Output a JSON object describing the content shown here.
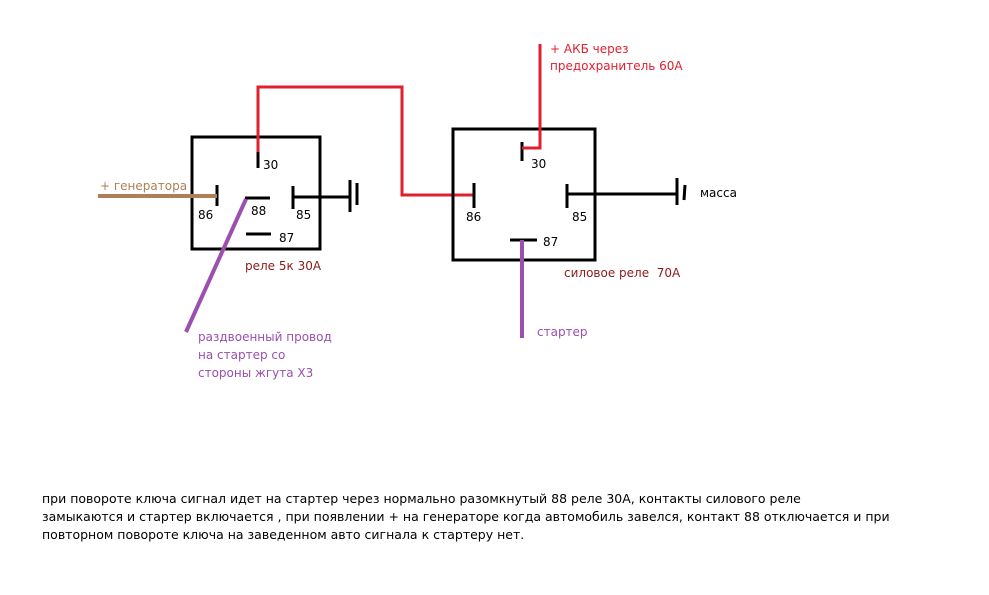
{
  "relay_small": {
    "title": "реле 5к 30А",
    "pins": {
      "p30": "30",
      "p86": "86",
      "p88": "88",
      "p85": "85",
      "p87": "87"
    }
  },
  "relay_power": {
    "title": "силовое реле  70А",
    "pins": {
      "p30": "30",
      "p86": "86",
      "p85": "85",
      "p87": "87"
    }
  },
  "labels": {
    "generator": "+ генератора",
    "battery_line1": "+ АКБ через",
    "battery_line2": "предохранитель 60А",
    "ground": "масса",
    "starter": "стартер",
    "split_wire": [
      "раздвоенный провод",
      "на стартер со",
      "стороны жгута Х3"
    ]
  },
  "description": [
    "при повороте ключа сигнал идет на стартер через нормально разомкнутый 88 реле 30А, контакты силового реле",
    "замыкаются и стартер включается , при появлении + на генераторе когда автомобиль завелся, контакт 88 отключается и при",
    "повторном повороте ключа на заведенном авто сигнала к стартеру нет."
  ],
  "colors": {
    "red_wire": "#e0202e",
    "purple_wire": "#9b4fae",
    "tan_wire": "#b07f56",
    "label_dark_red": "#8b1a1a"
  }
}
